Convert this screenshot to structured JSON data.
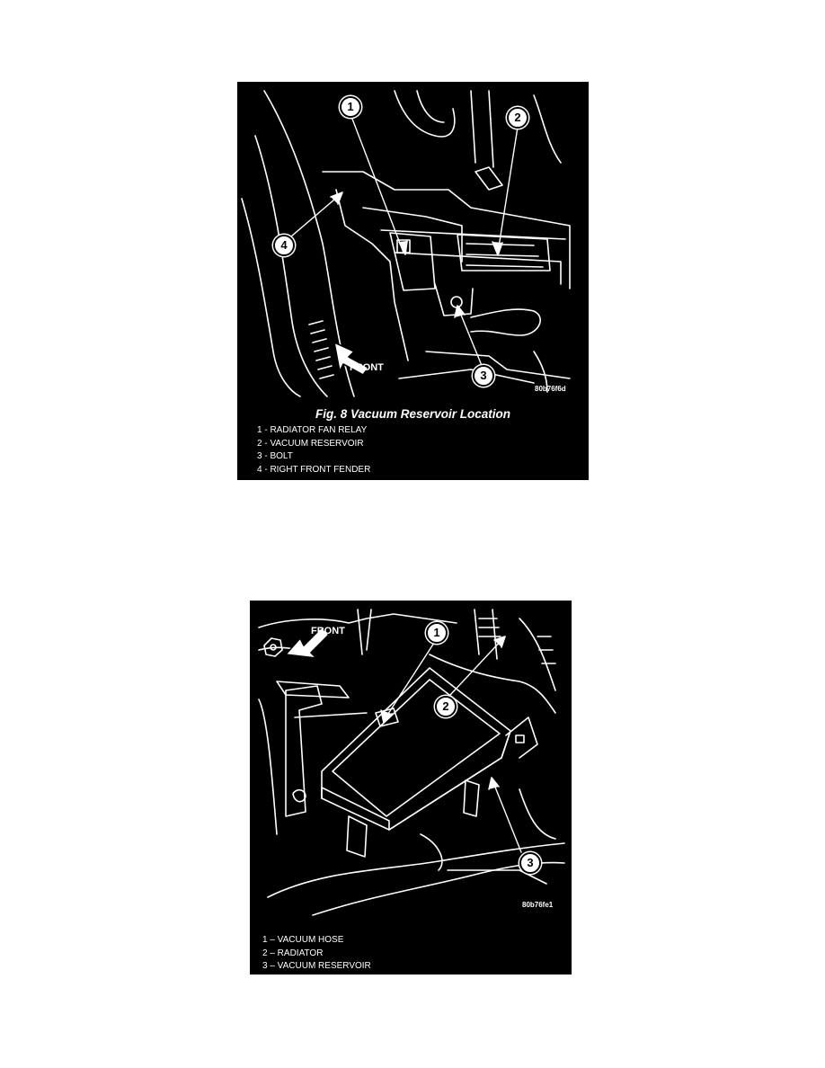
{
  "figure1": {
    "callouts": [
      "1",
      "2",
      "3",
      "4"
    ],
    "front_label": "FRONT",
    "code": "80b76f6d",
    "title": "Fig. 8 Vacuum Reservoir Location",
    "legend": [
      "1 - RADIATOR FAN RELAY",
      "2 - VACUUM RESERVOIR",
      "3 - BOLT",
      "4 - RIGHT FRONT FENDER"
    ]
  },
  "figure2": {
    "callouts": [
      "1",
      "2",
      "3"
    ],
    "front_label": "FRONT",
    "code": "80b76fe1",
    "legend": [
      "1 – VACUUM HOSE",
      "2 – RADIATOR",
      "3 – VACUUM RESERVOIR"
    ]
  },
  "colors": {
    "background": "#000000",
    "line": "#ffffff",
    "page": "#ffffff"
  }
}
